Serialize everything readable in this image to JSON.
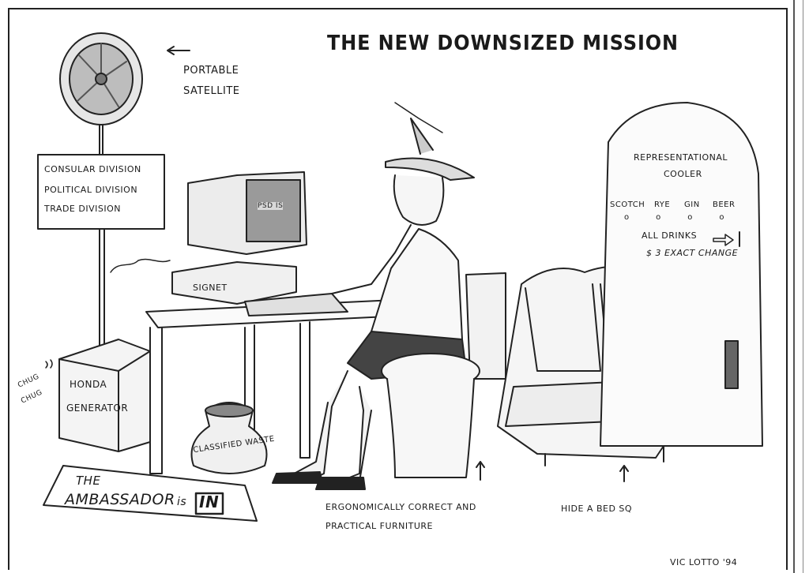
{
  "cartoon": {
    "title": "THE NEW DOWNSIZED MISSION",
    "satellite_label_line1": "PORTABLE",
    "satellite_label_line2": "SATELLITE",
    "sign_lines": [
      "CONSULAR DIVISION",
      "POLITICAL DIVISION",
      "TRADE DIVISION"
    ],
    "screen_text": "PSD IS",
    "cpu_label": "SIGNET",
    "generator_line1": "HONDA",
    "generator_line2": "GENERATOR",
    "generator_sound1": "CHUG",
    "generator_sound2": "CHUG",
    "waste_label": "CLASSIFIED WASTE",
    "desk_sign_line1": "THE",
    "desk_sign_line2": "AMBASSADOR",
    "desk_sign_is": "is",
    "desk_sign_in": "IN",
    "cooler_line1": "REPRESENTATIONAL",
    "cooler_line2": "COOLER",
    "drinks": [
      "SCOTCH",
      "RYE",
      "GIN",
      "BEER"
    ],
    "all_drinks": "ALL DRINKS",
    "price": "$ 3 EXACT CHANGE",
    "caption_line1": "ERGONOMICALLY CORRECT AND",
    "caption_line2": "PRACTICAL FURNITURE",
    "bed_label": "HIDE A BED SQ",
    "signature": "VIC LOTTO '94"
  }
}
